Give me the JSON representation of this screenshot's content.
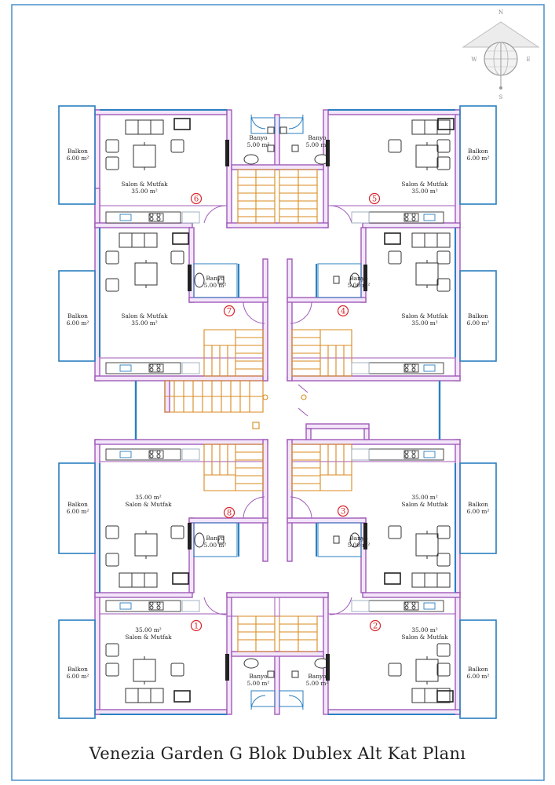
{
  "title": "Venezia Garden G Blok Dublex Alt Kat Planı",
  "compass": {
    "n": "N",
    "s": "S",
    "e": "E",
    "w": "W"
  },
  "labels": {
    "balkon": "Balkon",
    "balkon_area": "6.00 m²",
    "salon": "Salon & Mutfak",
    "salon_area": "35.00 m²",
    "banyo": "Banyo",
    "banyo_area": "5.00 m²"
  },
  "unit_numbers": [
    "1",
    "2",
    "3",
    "4",
    "5",
    "6",
    "7",
    "8"
  ],
  "colors": {
    "wall": "#a05ab8",
    "wall_fill": "#f3e6fa",
    "balcony": "#2a7fc0",
    "stair": "#d98a1e",
    "furniture": "#333333",
    "unit_circle": "#d8232a",
    "frame": "#4a8fc8"
  }
}
